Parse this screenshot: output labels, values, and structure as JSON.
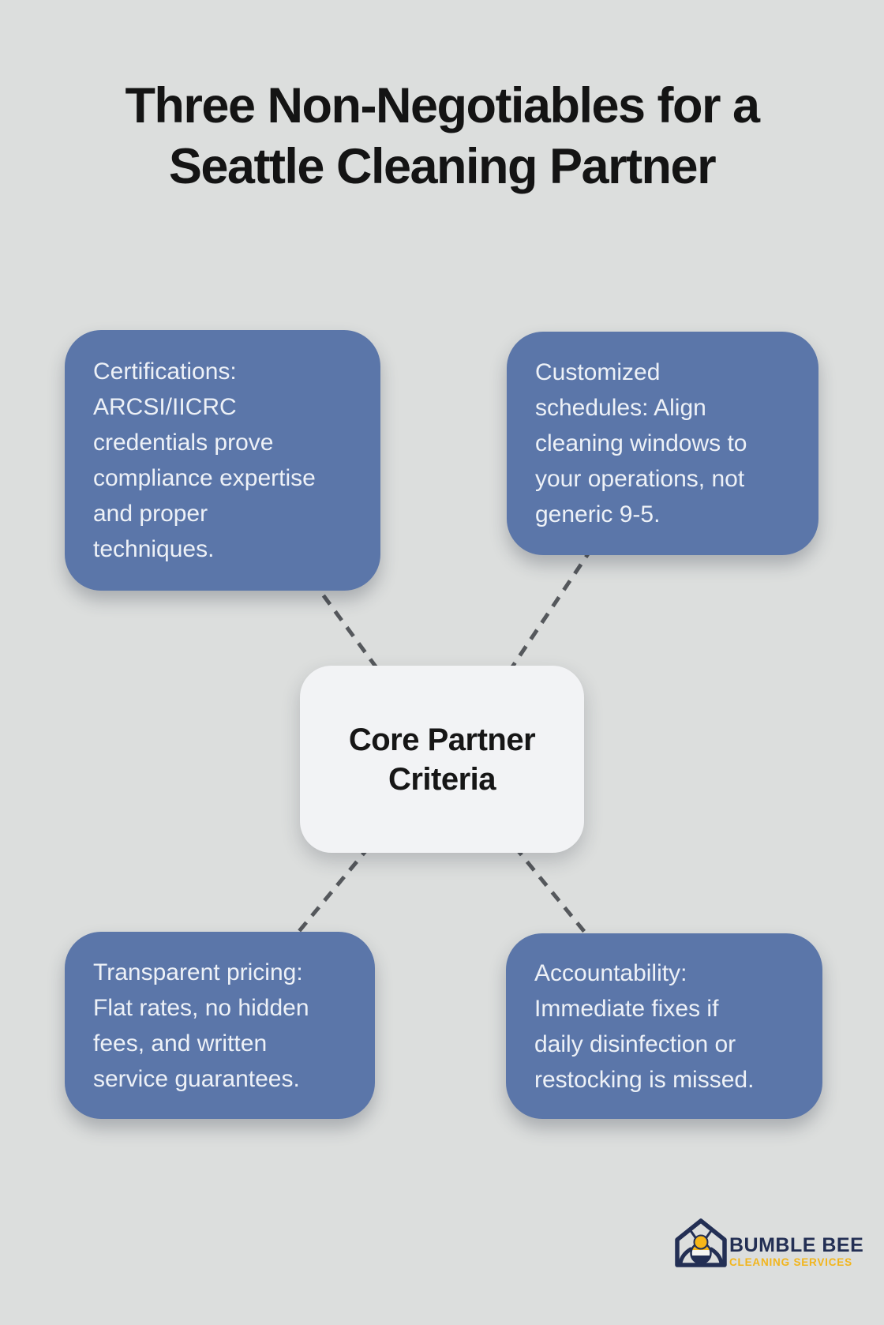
{
  "title": "Three Non-Negotiables for a\nSeattle Cleaning Partner",
  "center": {
    "label": "Core Partner\nCriteria"
  },
  "boxes": [
    {
      "id": "certifications",
      "text": "Certifications:\nARCSI/IICRC\ncredentials prove\ncompliance expertise\nand proper\ntechniques."
    },
    {
      "id": "customized-schedules",
      "text": "Customized\nschedules: Align\ncleaning windows to\nyour operations, not\ngeneric 9-5."
    },
    {
      "id": "transparent-pricing",
      "text": "Transparent pricing:\nFlat rates, no hidden\nfees, and written\nservice guarantees."
    },
    {
      "id": "accountability",
      "text": "Accountability:\nImmediate fixes if\ndaily disinfection or\nrestocking is missed."
    }
  ],
  "logo": {
    "brand": "BUMBLE BEE",
    "tagline": "CLEANING SERVICES"
  },
  "colors": {
    "card_blue": "#5b76a9",
    "background": "#dcdedd",
    "center_card": "#f2f3f5",
    "navy": "#232f54",
    "yellow": "#f2b51c",
    "connector_gray": "#55585c"
  }
}
